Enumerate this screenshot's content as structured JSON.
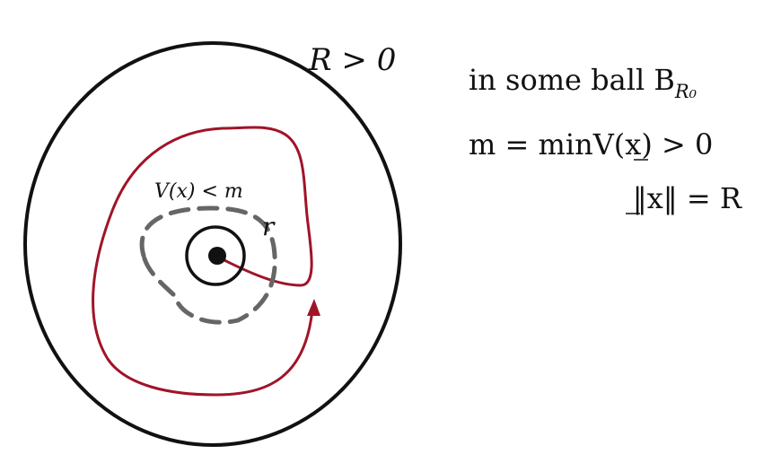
{
  "labels": {
    "outer_radius": "R > 0",
    "level_set": "V(x) < m",
    "inner_radius": "r"
  },
  "equations": {
    "ball_prefix": "in some ball B",
    "ball_subscript": "R₀",
    "min_def": "m = minV(x) > 0",
    "norm_constraint": "‖x‖ = R"
  },
  "colors": {
    "outer_circle": "#111111",
    "trajectory": "#a01428",
    "dashed_curve": "#666666",
    "equilibrium": "#111111"
  }
}
